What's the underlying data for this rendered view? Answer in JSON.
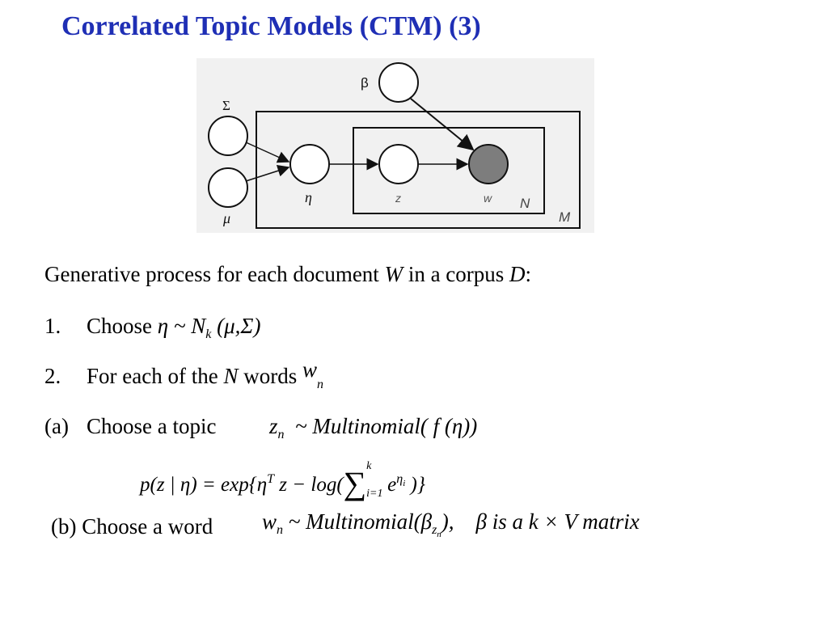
{
  "title": "Correlated Topic Models (CTM) (3)",
  "diagram": {
    "labels": {
      "beta": "β",
      "sigma": "Σ",
      "mu": "μ",
      "eta": "η",
      "z": "z",
      "w": "w",
      "plate_n": "N",
      "plate_m": "M"
    }
  },
  "text": {
    "intro_a": "Generative process for each document ",
    "intro_w": "W",
    "intro_b": " in a corpus ",
    "intro_d": "D",
    "intro_c": ":",
    "step1_num": "1.",
    "step1_label": "Choose",
    "step1_math": "η ~ N",
    "step1_sub": "k",
    "step1_tail": "(μ,Σ)",
    "step2_num": "2.",
    "step2_a": "For each of the ",
    "step2_n": "N",
    "step2_b": " words ",
    "step2_w": "w",
    "step2_sub": "n",
    "stepa_num": "(a)",
    "stepa_label": "Choose a topic",
    "stepa_z": "z",
    "stepa_sub": "n",
    "stepa_math": "~ Multinomial( f (η))",
    "eq_lhs": "p(z | η) = exp{η",
    "eq_sup": "T",
    "eq_mid": " z − log(",
    "eq_sum": "∑",
    "eq_sum_top": "k",
    "eq_sum_bot": "i=1",
    "eq_e": "e",
    "eq_e_sup": "η",
    "eq_e_sup_sub": "i",
    "eq_end": " )}",
    "stepb_label": "(b) Choose a word",
    "stepb_w": "w",
    "stepb_sub": "n",
    "stepb_math": "~ Multinomial(β",
    "stepb_beta_sub": "z",
    "stepb_beta_sub2": "n",
    "stepb_close": "),",
    "stepb_note": "β is a k × V  matrix"
  }
}
